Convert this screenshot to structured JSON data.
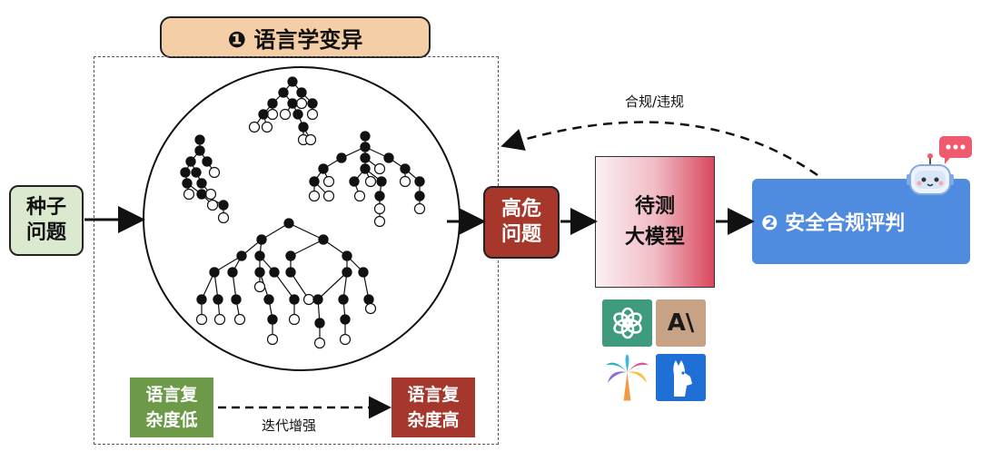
{
  "stage1": {
    "title": "❶ 语言学变异"
  },
  "seed": {
    "line1": "种子",
    "line2": "问题"
  },
  "risk": {
    "line1": "高危",
    "line2": "问题"
  },
  "model": {
    "line1": "待测",
    "line2": "大模型"
  },
  "judge": {
    "label": "❷ 安全合规评判"
  },
  "feedback": {
    "label": "合规/违规"
  },
  "complexity": {
    "low_line1": "语言复",
    "low_line2": "杂度低",
    "high_line1": "语言复",
    "high_line2": "杂度高",
    "arrow_label": "迭代增强"
  },
  "logos": {
    "openai": "openai-logo",
    "anthropic": {
      "text": "A\\",
      "bg": "#c7a284"
    },
    "palm": "palm-logo",
    "llama": "llama-logo"
  },
  "colors": {
    "stage_title_bg": "#f3cea6",
    "seed_bg": "#dbe9cf",
    "risk_bg": "#a8372b",
    "judge_bg": "#4f8bdf",
    "low_bg": "#6c9a48",
    "high_bg": "#a5372c",
    "openai_bg": "#3f9b7e",
    "llama_bg": "#1f6fd6"
  }
}
